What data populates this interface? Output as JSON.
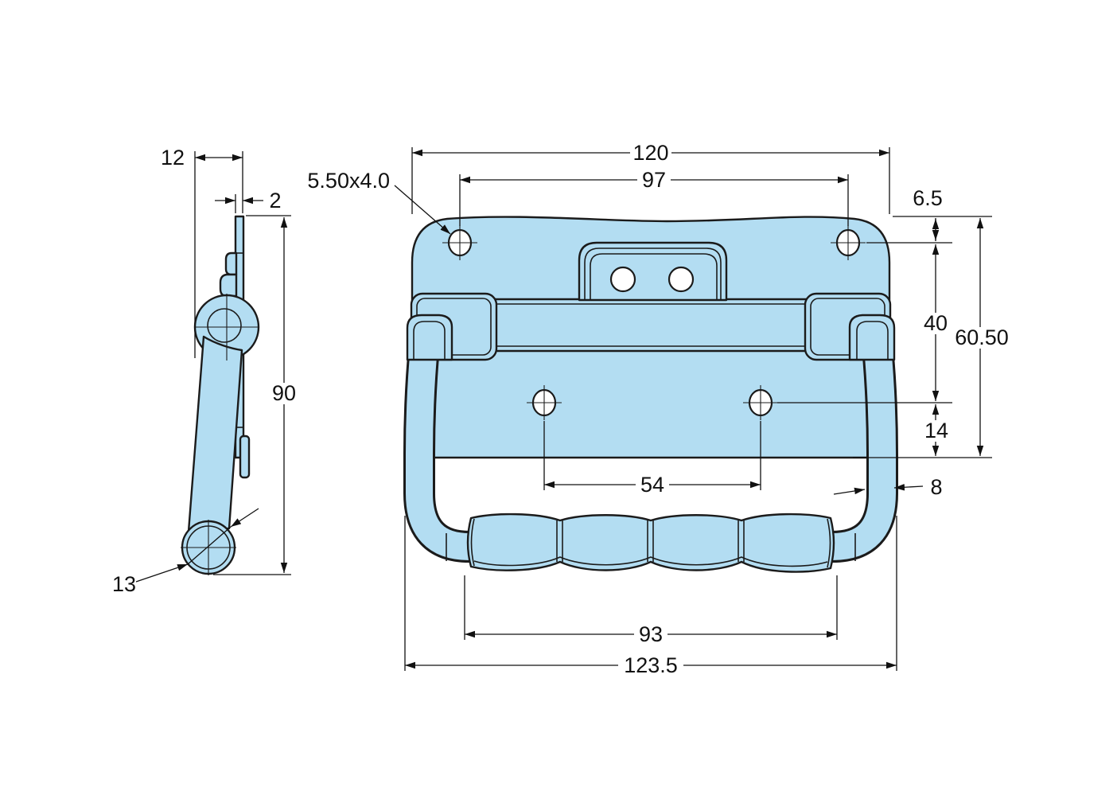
{
  "drawing": {
    "title": "chest-handle-technical-drawing",
    "colors": {
      "part_fill": "#b3ddf2",
      "outline": "#1b1b1b",
      "dimension_color": "#111111",
      "background": "#ffffff"
    },
    "side_view": {
      "dims": {
        "depth": "12",
        "plate_thickness": "2",
        "overall_height": "90",
        "grip_diameter": "13"
      }
    },
    "front_view": {
      "dims": {
        "overall_width": "120",
        "top_hole_spacing": "97",
        "hole_size_note": "5.50x4.0",
        "top_edge_to_hole": "6.5",
        "hole_row_spacing": "40",
        "plate_height": "60.50",
        "lower_hole_to_edge": "14",
        "handle_bar_thickness": "8",
        "lower_hole_spacing": "54",
        "grip_length": "93",
        "handle_overall_width": "123.5"
      }
    }
  }
}
